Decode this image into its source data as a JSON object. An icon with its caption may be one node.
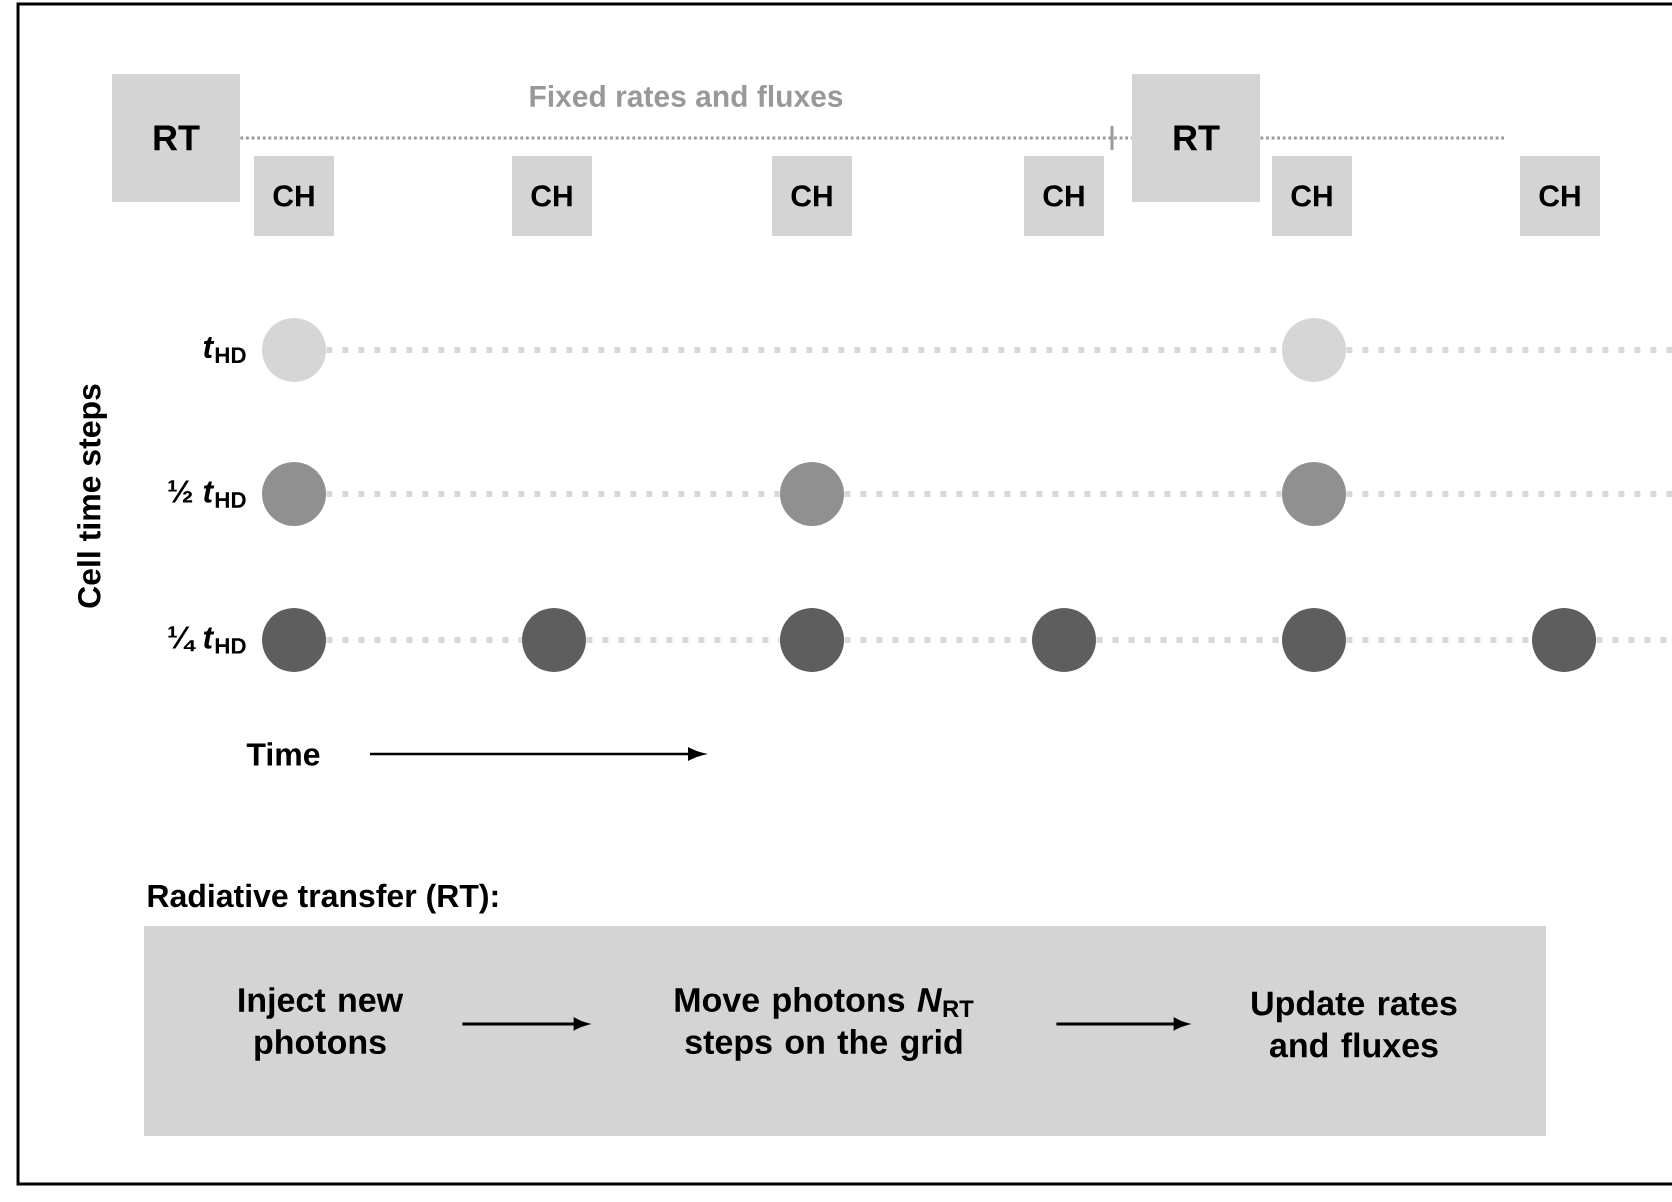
{
  "diagram": {
    "nodes": [
      {
        "text": [
          "RT"
        ]
      },
      {
        "text": [
          "CH"
        ]
      },
      {
        "text": [
          "CH"
        ]
      },
      {
        "text": [
          "CH"
        ]
      },
      {
        "text": [
          "CH"
        ]
      },
      {
        "text": [
          "RT"
        ]
      },
      {
        "text": [
          "CH"
        ]
      },
      {
        "text": [
          "CH"
        ]
      },
      {
        "text": [],
        "shape": "circle"
      },
      {
        "text": [],
        "shape": "circle"
      },
      {
        "text": [],
        "shape": "circle"
      },
      {
        "text": [],
        "shape": "circle"
      },
      {
        "text": [],
        "shape": "circle"
      },
      {
        "text": [],
        "shape": "circle"
      },
      {
        "text": [],
        "shape": "circle"
      },
      {
        "text": [],
        "shape": "circle"
      },
      {
        "text": [],
        "shape": "circle"
      },
      {
        "text": [],
        "shape": "circle"
      },
      {
        "text": [],
        "shape": "circle"
      },
      {
        "text": [
          "Radiative transfer (RT):"
        ]
      },
      {
        "text": [
          "Inject new photons"
        ],
        "in": 19
      },
      {
        "text": [
          "Move photons *N*$_{RT}$ steps on the grid"
        ],
        "in": 19
      },
      {
        "text": [
          "Update rates and fluxes"
        ],
        "in": 19
      }
    ],
    "edges": [
      {
        "from": 0,
        "to": 5,
        "arrow": "none",
        "label": "Fixed rates and fluxes",
        "style": "dashed",
        "color": "#999999"
      },
      {
        "from": 5,
        "to": null,
        "arrow": "none",
        "style": "dashed",
        "color": "#999999"
      },
      {
        "from": 8,
        "to": 9,
        "arrow": "none",
        "style": "dashed"
      },
      {
        "from": 9,
        "to": null,
        "arrow": "none",
        "style": "dashed"
      },
      {
        "from": 10,
        "to": 11,
        "arrow": "none",
        "style": "dashed"
      },
      {
        "from": 11,
        "to": 12,
        "arrow": "none",
        "style": "dashed"
      },
      {
        "from": 12,
        "to": null,
        "arrow": "none",
        "style": "dashed"
      },
      {
        "from": 13,
        "to": 14,
        "arrow": "none",
        "style": "dashed"
      },
      {
        "from": 14,
        "to": 15,
        "arrow": "none",
        "style": "dashed"
      },
      {
        "from": 15,
        "to": 16,
        "arrow": "none",
        "style": "dashed"
      },
      {
        "from": 16,
        "to": 17,
        "arrow": "none",
        "style": "dashed"
      },
      {
        "from": 17,
        "to": 18,
        "arrow": "none",
        "style": "dashed"
      },
      {
        "from": 18,
        "to": null,
        "arrow": "none",
        "style": "dashed"
      },
      {
        "from": 20,
        "to": 21,
        "arrow": "to",
        "color": "#000000"
      },
      {
        "from": 21,
        "to": 22,
        "arrow": "to",
        "color": "#000000"
      }
    ],
    "labels": [
      "*t*$_{HD}$",
      "½ *t*$_{HD}$",
      "¼ *t*$_{HD}$",
      "Cell time steps",
      "Time"
    ]
  }
}
